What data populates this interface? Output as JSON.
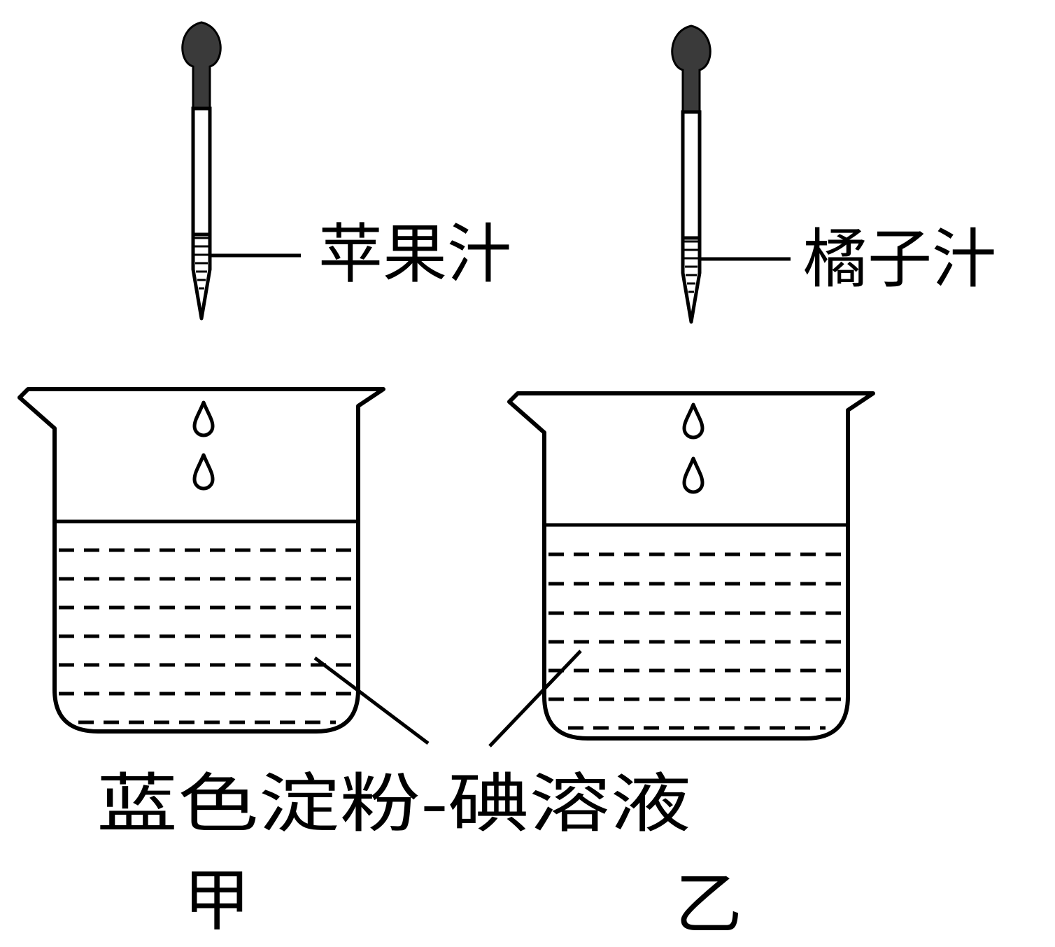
{
  "colors": {
    "ink": "#000000",
    "bulb": "#3a3a3a",
    "background": "#ffffff"
  },
  "labels": {
    "dropper_left": "苹果汁",
    "dropper_right": "橘子汁",
    "solution": "蓝色淀粉-碘溶液",
    "beaker_left": "甲",
    "beaker_right": "乙"
  },
  "icons": {
    "dropper": "dropper-icon",
    "droplet": "droplet-icon",
    "beaker": "beaker-icon"
  }
}
